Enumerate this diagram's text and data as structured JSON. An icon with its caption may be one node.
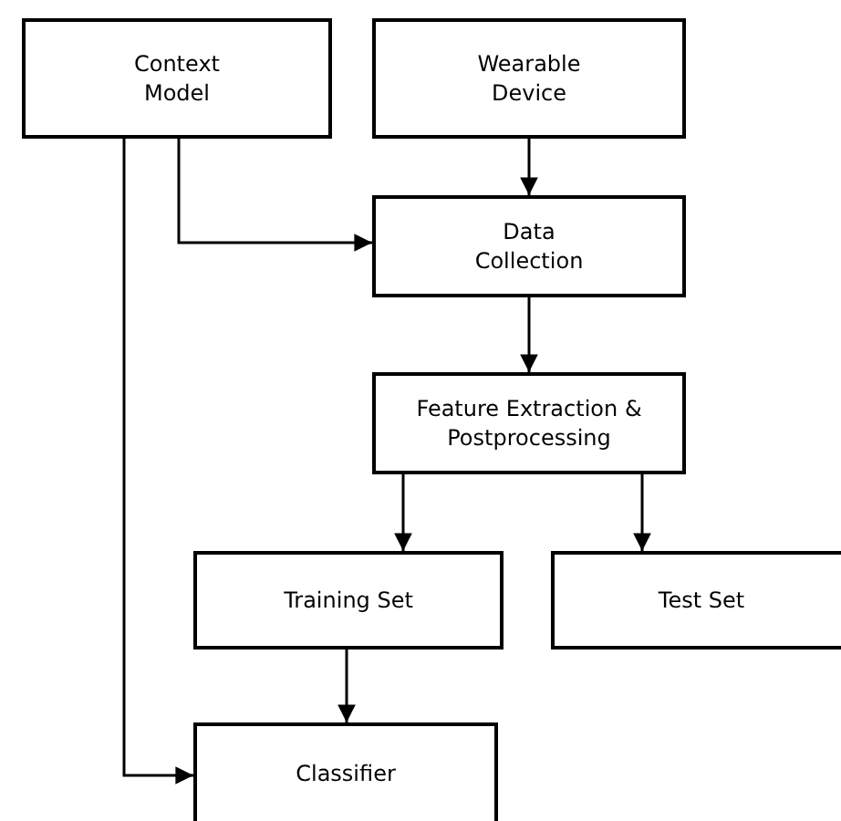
{
  "diagram": {
    "nodes": [
      {
        "text": [
          "Context Model"
        ]
      },
      {
        "text": [
          "Wearable Device"
        ]
      },
      {
        "text": [
          "Data Collection"
        ]
      },
      {
        "text": [
          "Feature Extraction & Postprocessing"
        ]
      },
      {
        "text": [
          "Training Set"
        ]
      },
      {
        "text": [
          "Test Set"
        ]
      },
      {
        "text": [
          "Classifier"
        ]
      }
    ],
    "edges": [
      {
        "from": 1,
        "to": 2,
        "arrow": "to"
      },
      {
        "from": 0,
        "to": 2,
        "arrow": "to"
      },
      {
        "from": 2,
        "to": 3,
        "arrow": "to"
      },
      {
        "from": 3,
        "to": 4,
        "arrow": "to"
      },
      {
        "from": 3,
        "to": 5,
        "arrow": "to"
      },
      {
        "from": 4,
        "to": 6,
        "arrow": "to"
      },
      {
        "from": 0,
        "to": 6,
        "arrow": "to"
      }
    ]
  }
}
